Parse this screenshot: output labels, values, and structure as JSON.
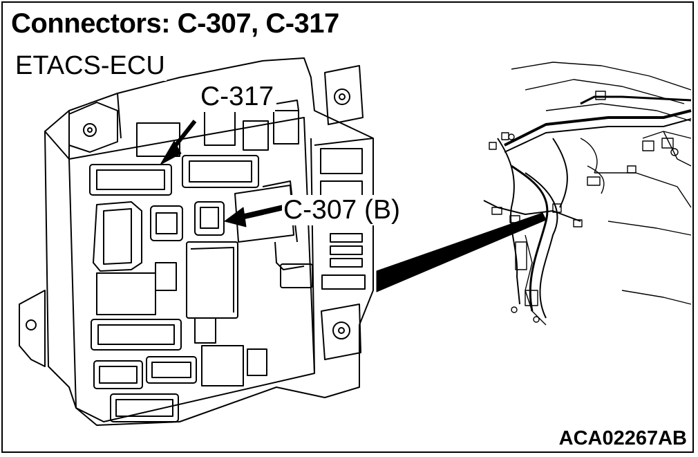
{
  "diagram": {
    "title": "Connectors: C-307, C-317",
    "component_label": "ETACS-ECU",
    "callouts": [
      {
        "id": "c317",
        "label": "C-317"
      },
      {
        "id": "c307",
        "label": "C-307 (B)"
      }
    ],
    "figure_code": "ACA02267AB"
  },
  "colors": {
    "line": "#000000",
    "background": "#ffffff"
  }
}
